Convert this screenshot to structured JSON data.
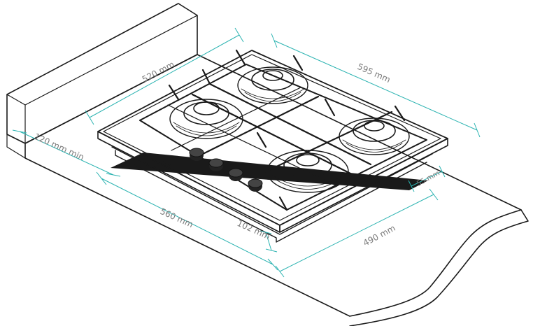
{
  "dimensions": {
    "width_top": "520 mm",
    "depth_right": "595 mm",
    "back_gap": "120 mm min",
    "cutout_width": "560 mm",
    "front_offset": "102 mm",
    "cutout_depth": "490 mm",
    "height": "55 mm"
  },
  "colors": {
    "ink": "#1a1a1a",
    "dimension_line": "#2bb3b1",
    "label": "#7a7a7a"
  }
}
